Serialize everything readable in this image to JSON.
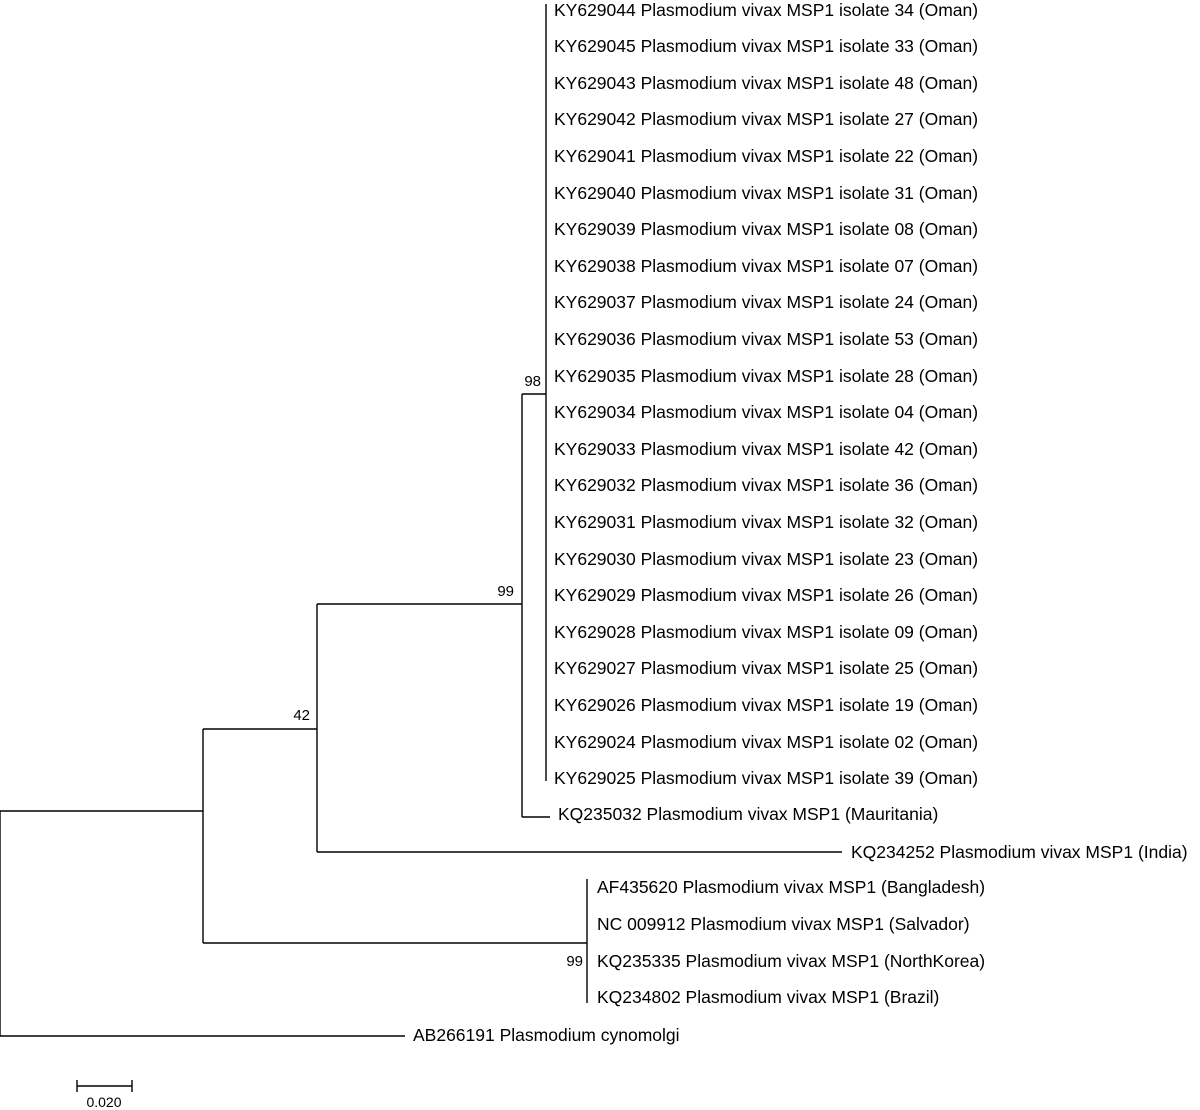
{
  "tree": {
    "leaves": [
      {
        "label": "KY629044 Plasmodium vivax MSP1 isolate 34 (Oman)"
      },
      {
        "label": "KY629045 Plasmodium vivax MSP1 isolate 33 (Oman)"
      },
      {
        "label": "KY629043 Plasmodium vivax MSP1 isolate 48 (Oman)"
      },
      {
        "label": "KY629042 Plasmodium vivax MSP1 isolate 27 (Oman)"
      },
      {
        "label": "KY629041 Plasmodium vivax MSP1 isolate 22 (Oman)"
      },
      {
        "label": "KY629040 Plasmodium vivax MSP1 isolate 31 (Oman)"
      },
      {
        "label": "KY629039 Plasmodium vivax MSP1 isolate 08 (Oman)"
      },
      {
        "label": "KY629038 Plasmodium vivax MSP1 isolate 07 (Oman)"
      },
      {
        "label": "KY629037 Plasmodium vivax MSP1 isolate 24 (Oman)"
      },
      {
        "label": "KY629036 Plasmodium vivax MSP1 isolate 53 (Oman)"
      },
      {
        "label": "KY629035 Plasmodium vivax MSP1 isolate 28 (Oman)"
      },
      {
        "label": "KY629034 Plasmodium vivax MSP1 isolate 04 (Oman)"
      },
      {
        "label": "KY629033 Plasmodium vivax MSP1 isolate 42 (Oman)"
      },
      {
        "label": "KY629032 Plasmodium vivax MSP1 isolate 36 (Oman)"
      },
      {
        "label": "KY629031 Plasmodium vivax MSP1 isolate 32 (Oman)"
      },
      {
        "label": "KY629030 Plasmodium vivax MSP1 isolate 23 (Oman)"
      },
      {
        "label": "KY629029 Plasmodium vivax MSP1 isolate 26 (Oman)"
      },
      {
        "label": "KY629028 Plasmodium vivax MSP1 isolate 09 (Oman)"
      },
      {
        "label": "KY629027 Plasmodium vivax MSP1 isolate 25 (Oman)"
      },
      {
        "label": "KY629026 Plasmodium vivax MSP1 isolate 19 (Oman)"
      },
      {
        "label": "KY629024 Plasmodium vivax MSP1 isolate 02 (Oman)"
      },
      {
        "label": "KY629025 Plasmodium vivax MSP1 isolate 39 (Oman)"
      },
      {
        "label": "KQ235032 Plasmodium vivax MSP1 (Mauritania)"
      },
      {
        "label": "KQ234252 Plasmodium vivax MSP1 (India)"
      },
      {
        "label": "AF435620 Plasmodium vivax MSP1 (Bangladesh)"
      },
      {
        "label": "NC 009912 Plasmodium vivax MSP1 (Salvador)"
      },
      {
        "label": "KQ235335 Plasmodium vivax MSP1 (NorthKorea)"
      },
      {
        "label": "KQ234802 Plasmodium vivax MSP1 (Brazil)"
      },
      {
        "label": "AB266191 Plasmodium cynomolgi"
      }
    ],
    "bootstrap": {
      "oman_clade": "98",
      "oman_mauritania": "99",
      "vivax_ingroup": "42",
      "world_clade": "99"
    },
    "scale_bar": {
      "label": "0.020",
      "value": 0.02
    }
  }
}
